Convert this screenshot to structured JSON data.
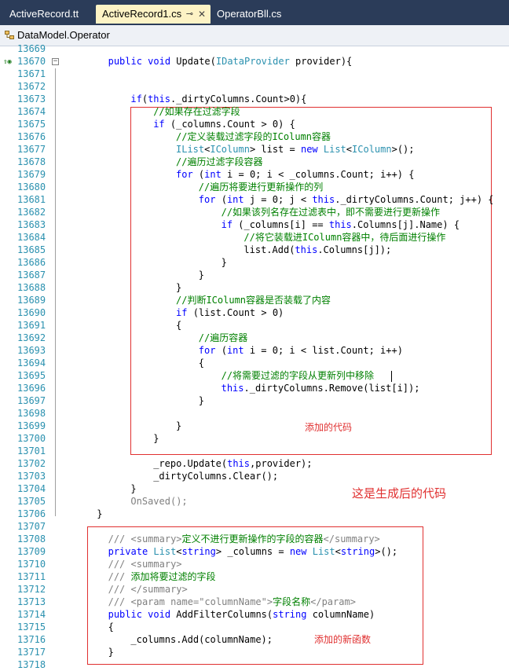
{
  "tabs": [
    {
      "label": "ActiveRecord.tt",
      "active": false
    },
    {
      "label": "ActiveRecord1.cs",
      "active": true
    },
    {
      "label": "OperatorBll.cs",
      "active": false
    }
  ],
  "navbar": {
    "type_combo": "DataModel.Operator"
  },
  "annotations": {
    "added_code": "添加的代码",
    "generated_code": "这是生成后的代码",
    "added_function": "添加的新函数"
  },
  "lines": [
    {
      "n": "13669",
      "i": 0,
      "s": []
    },
    {
      "n": "13670",
      "i": 4,
      "s": [
        [
          "k",
          "public "
        ],
        [
          "k",
          "void "
        ],
        [
          "",
          "Update("
        ],
        [
          "t",
          "IDataProvider"
        ],
        [
          "",
          " provider){"
        ]
      ]
    },
    {
      "n": "13671",
      "i": 0,
      "s": []
    },
    {
      "n": "13672",
      "i": 0,
      "s": []
    },
    {
      "n": "13673",
      "i": 6,
      "s": [
        [
          "k",
          "if"
        ],
        [
          "",
          "("
        ],
        [
          "k",
          "this"
        ],
        [
          "",
          "._dirtyColumns.Count>0){"
        ]
      ]
    },
    {
      "n": "13674",
      "i": 8,
      "s": [
        [
          "c",
          "//如果存在过滤字段"
        ]
      ]
    },
    {
      "n": "13675",
      "i": 8,
      "s": [
        [
          "k",
          "if "
        ],
        [
          "",
          "(_columns.Count > 0) {"
        ]
      ]
    },
    {
      "n": "13676",
      "i": 10,
      "s": [
        [
          "c",
          "//定义装载过滤字段的IColumn容器"
        ]
      ]
    },
    {
      "n": "13677",
      "i": 10,
      "s": [
        [
          "t",
          "IList"
        ],
        [
          "",
          "<"
        ],
        [
          "t",
          "IColumn"
        ],
        [
          "",
          "> list = "
        ],
        [
          "k",
          "new "
        ],
        [
          "t",
          "List"
        ],
        [
          "",
          "<"
        ],
        [
          "t",
          "IColumn"
        ],
        [
          "",
          ">();"
        ]
      ]
    },
    {
      "n": "13678",
      "i": 10,
      "s": [
        [
          "c",
          "//遍历过滤字段容器"
        ]
      ]
    },
    {
      "n": "13679",
      "i": 10,
      "s": [
        [
          "k",
          "for "
        ],
        [
          "",
          "("
        ],
        [
          "k",
          "int"
        ],
        [
          "",
          " i = 0; i < _columns.Count; i++) {"
        ]
      ]
    },
    {
      "n": "13680",
      "i": 12,
      "s": [
        [
          "c",
          "//遍历将要进行更新操作的列"
        ]
      ]
    },
    {
      "n": "13681",
      "i": 12,
      "s": [
        [
          "k",
          "for "
        ],
        [
          "",
          "("
        ],
        [
          "k",
          "int"
        ],
        [
          "",
          " j = 0; j < "
        ],
        [
          "k",
          "this"
        ],
        [
          "",
          "._dirtyColumns.Count; j++) {"
        ]
      ]
    },
    {
      "n": "13682",
      "i": 14,
      "s": [
        [
          "c",
          "//如果该列名存在过滤表中，即不需要进行更新操作"
        ]
      ]
    },
    {
      "n": "13683",
      "i": 14,
      "s": [
        [
          "k",
          "if "
        ],
        [
          "",
          "(_columns[i] == "
        ],
        [
          "k",
          "this"
        ],
        [
          "",
          ".Columns[j].Name) {"
        ]
      ]
    },
    {
      "n": "13684",
      "i": 16,
      "s": [
        [
          "c",
          "//将它装载进IColumn容器中，待后面进行操作"
        ]
      ]
    },
    {
      "n": "13685",
      "i": 16,
      "s": [
        [
          "",
          "list.Add("
        ],
        [
          "k",
          "this"
        ],
        [
          "",
          ".Columns[j]);"
        ]
      ]
    },
    {
      "n": "13686",
      "i": 14,
      "s": [
        [
          "",
          "}"
        ]
      ]
    },
    {
      "n": "13687",
      "i": 12,
      "s": [
        [
          "",
          "}"
        ]
      ]
    },
    {
      "n": "13688",
      "i": 10,
      "s": [
        [
          "",
          "}"
        ]
      ]
    },
    {
      "n": "13689",
      "i": 10,
      "s": [
        [
          "c",
          "//判断IColumn容器是否装载了内容"
        ]
      ]
    },
    {
      "n": "13690",
      "i": 10,
      "s": [
        [
          "k",
          "if "
        ],
        [
          "",
          "(list.Count > 0)"
        ]
      ]
    },
    {
      "n": "13691",
      "i": 10,
      "s": [
        [
          "",
          "{"
        ]
      ]
    },
    {
      "n": "13692",
      "i": 12,
      "s": [
        [
          "c",
          "//遍历容器"
        ]
      ]
    },
    {
      "n": "13693",
      "i": 12,
      "s": [
        [
          "k",
          "for "
        ],
        [
          "",
          "("
        ],
        [
          "k",
          "int"
        ],
        [
          "",
          " i = 0; i < list.Count; i++)"
        ]
      ]
    },
    {
      "n": "13694",
      "i": 12,
      "s": [
        [
          "",
          "{"
        ]
      ]
    },
    {
      "n": "13695",
      "i": 14,
      "s": [
        [
          "c",
          "//将需要过滤的字段从更新列中移除"
        ]
      ]
    },
    {
      "n": "13696",
      "i": 14,
      "s": [
        [
          "k",
          "this"
        ],
        [
          "",
          "._dirtyColumns.Remove(list[i]);"
        ]
      ]
    },
    {
      "n": "13697",
      "i": 12,
      "s": [
        [
          "",
          "}"
        ]
      ]
    },
    {
      "n": "13698",
      "i": 0,
      "s": []
    },
    {
      "n": "13699",
      "i": 10,
      "s": [
        [
          "",
          "}"
        ]
      ]
    },
    {
      "n": "13700",
      "i": 8,
      "s": [
        [
          "",
          "}"
        ]
      ]
    },
    {
      "n": "13701",
      "i": 0,
      "s": []
    },
    {
      "n": "13702",
      "i": 8,
      "s": [
        [
          "",
          "_repo.Update("
        ],
        [
          "k",
          "this"
        ],
        [
          "",
          ",provider);"
        ]
      ]
    },
    {
      "n": "13703",
      "i": 8,
      "s": [
        [
          "",
          "_dirtyColumns.Clear();"
        ]
      ]
    },
    {
      "n": "13704",
      "i": 6,
      "s": [
        [
          "",
          "}"
        ]
      ]
    },
    {
      "n": "13705",
      "i": 6,
      "s": [
        [
          "g",
          "OnSaved();"
        ]
      ]
    },
    {
      "n": "13706",
      "i": 3,
      "s": [
        [
          "",
          "}"
        ]
      ]
    },
    {
      "n": "13707",
      "i": 0,
      "s": []
    },
    {
      "n": "13708",
      "i": 4,
      "s": [
        [
          "g",
          "/// <summary>"
        ],
        [
          "c",
          "定义不进行更新操作的字段的容器"
        ],
        [
          "g",
          "</summary>"
        ]
      ]
    },
    {
      "n": "13709",
      "i": 4,
      "s": [
        [
          "k",
          "private "
        ],
        [
          "t",
          "List"
        ],
        [
          "",
          "<"
        ],
        [
          "k",
          "string"
        ],
        [
          "",
          "> _columns = "
        ],
        [
          "k",
          "new "
        ],
        [
          "t",
          "List"
        ],
        [
          "",
          "<"
        ],
        [
          "k",
          "string"
        ],
        [
          "",
          ">();"
        ]
      ]
    },
    {
      "n": "13710",
      "i": 4,
      "s": [
        [
          "g",
          "/// <summary>"
        ]
      ]
    },
    {
      "n": "13711",
      "i": 4,
      "s": [
        [
          "g",
          "/// "
        ],
        [
          "c",
          "添加将要过滤的字段"
        ]
      ]
    },
    {
      "n": "13712",
      "i": 4,
      "s": [
        [
          "g",
          "/// </summary>"
        ]
      ]
    },
    {
      "n": "13713",
      "i": 4,
      "s": [
        [
          "g",
          "/// <param name=\"columnName\">"
        ],
        [
          "c",
          "字段名称"
        ],
        [
          "g",
          "</param>"
        ]
      ]
    },
    {
      "n": "13714",
      "i": 4,
      "s": [
        [
          "k",
          "public "
        ],
        [
          "k",
          "void "
        ],
        [
          "",
          "AddFilterColumns("
        ],
        [
          "k",
          "string"
        ],
        [
          "",
          " columnName)"
        ]
      ]
    },
    {
      "n": "13715",
      "i": 4,
      "s": [
        [
          "",
          "{"
        ]
      ]
    },
    {
      "n": "13716",
      "i": 6,
      "s": [
        [
          "",
          "_columns.Add(columnName);"
        ]
      ]
    },
    {
      "n": "13717",
      "i": 4,
      "s": [
        [
          "",
          "}"
        ]
      ]
    },
    {
      "n": "13718",
      "i": 0,
      "s": []
    }
  ]
}
